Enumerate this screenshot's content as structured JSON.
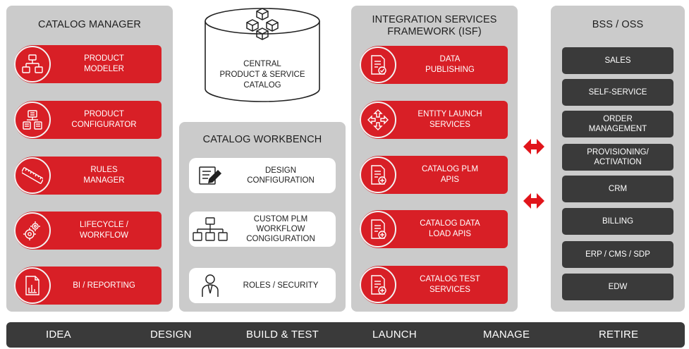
{
  "catalog_manager": {
    "title": "CATALOG MANAGER",
    "items": [
      {
        "label": "PRODUCT\nMODELER",
        "icon": "hierarchy-icon"
      },
      {
        "label": "PRODUCT\nCONFIGURATOR",
        "icon": "configurator-icon"
      },
      {
        "label": "RULES\nMANAGER",
        "icon": "ruler-icon"
      },
      {
        "label": "LIFECYCLE /\nWORKFLOW",
        "icon": "gears-icon"
      },
      {
        "label": "BI / REPORTING",
        "icon": "report-icon"
      }
    ]
  },
  "central_catalog": {
    "label": "CENTRAL\nPRODUCT & SERVICE\nCATALOG",
    "icon": "boxes-icon"
  },
  "catalog_workbench": {
    "title": "CATALOG WORKBENCH",
    "items": [
      {
        "label": "DESIGN\nCONFIGURATION",
        "icon": "document-edit-icon"
      },
      {
        "label": "CUSTOM PLM\nWORKFLOW\nCONGIGURATION",
        "icon": "hierarchy-icon"
      },
      {
        "label": "ROLES / SECURITY",
        "icon": "user-icon"
      }
    ]
  },
  "isf": {
    "title": "INTEGRATION SERVICES\nFRAMEWORK (ISF)",
    "items": [
      {
        "label": "DATA\nPUBLISHING",
        "icon": "doc-check-icon"
      },
      {
        "label": "ENTITY LAUNCH\nSERVICES",
        "icon": "move-arrows-icon"
      },
      {
        "label": "CATALOG PLM\nAPIS",
        "icon": "doc-plus-icon"
      },
      {
        "label": "CATALOG DATA\nLOAD APIS",
        "icon": "doc-plus-icon"
      },
      {
        "label": "CATALOG TEST\nSERVICES",
        "icon": "doc-plus-icon"
      }
    ]
  },
  "bss_oss": {
    "title": "BSS / OSS",
    "items": [
      "SALES",
      "SELF-SERVICE",
      "ORDER\nMANAGEMENT",
      "PROVISIONING/\nACTIVATION",
      "CRM",
      "BILLING",
      "ERP / CMS / SDP",
      "EDW"
    ]
  },
  "stages": [
    "IDEA",
    "DESIGN",
    "BUILD & TEST",
    "LAUNCH",
    "MANAGE",
    "RETIRE"
  ],
  "colors": {
    "accent": "#d81f26",
    "panel": "#cbcbcb",
    "dark": "#3a3a3a"
  }
}
